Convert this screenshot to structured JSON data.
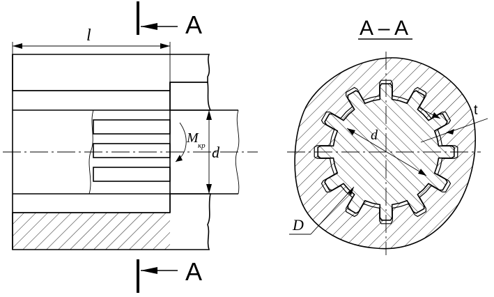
{
  "section_marker": "A",
  "section_title": "A – A",
  "labels": {
    "length": "l",
    "diameter": "d",
    "torque_main": "M",
    "torque_sub": "кр",
    "inner_diameter": "d",
    "outer_diameter": "D",
    "tooth_thickness": "t"
  }
}
